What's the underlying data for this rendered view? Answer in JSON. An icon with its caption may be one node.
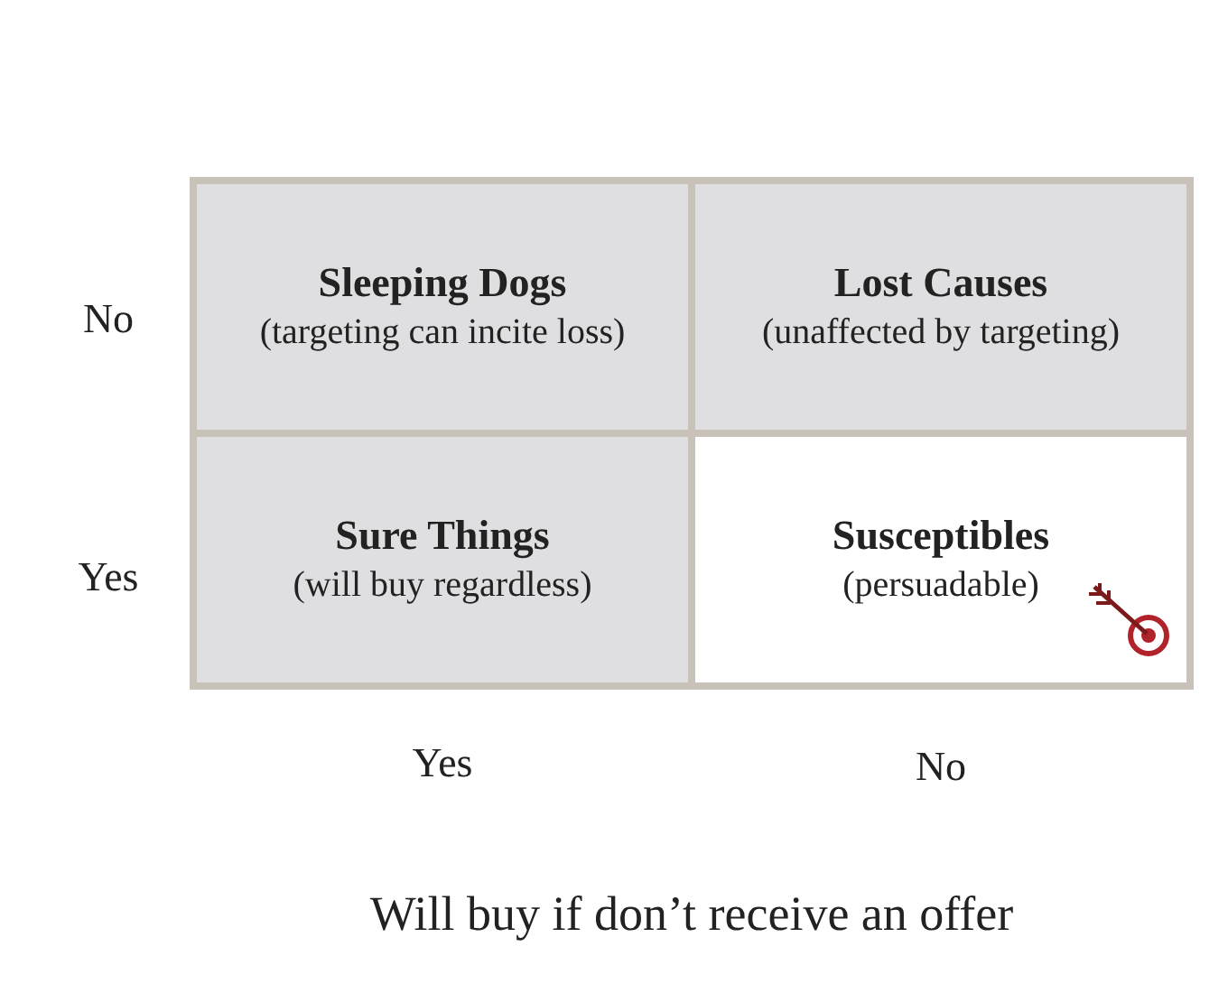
{
  "diagram": {
    "nodes": [
      {
        "text": [
          "Sleeping Dogs",
          "(targeting can incite loss)"
        ]
      },
      {
        "text": [
          "Lost Causes",
          "(unaffected by targeting)"
        ]
      },
      {
        "text": [
          "Sure Things",
          "(will buy regardless)"
        ]
      },
      {
        "text": [
          "Susceptibles",
          "(persuadable)"
        ]
      }
    ],
    "edges": [],
    "labels": [
      "No",
      "Yes",
      "Yes",
      "No",
      "Will buy if don’t receive an offer"
    ]
  }
}
